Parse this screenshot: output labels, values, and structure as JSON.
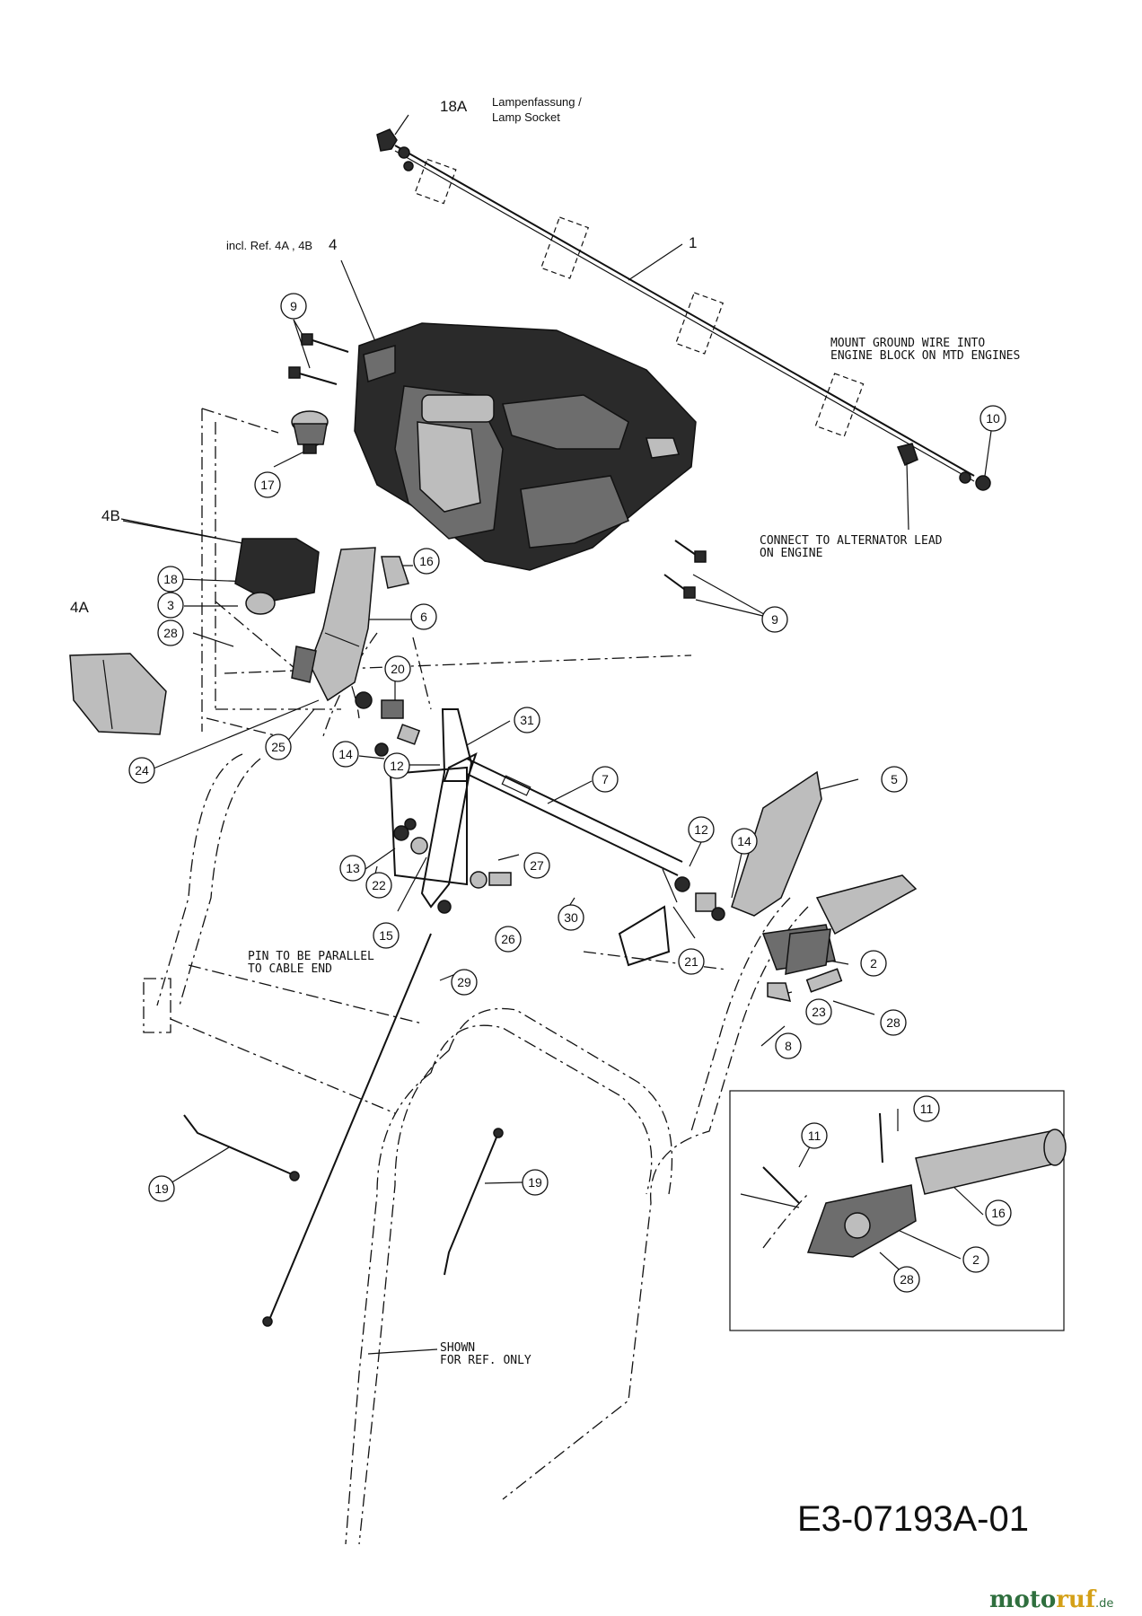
{
  "diagram_code": "E3-07193A-01",
  "watermark": {
    "brand_a": "moto",
    "brand_b": "ruf",
    "tld": ".de"
  },
  "plain_labels": {
    "p18A": "18A",
    "p4": "4",
    "p1": "1",
    "p4B": "4B",
    "p4A": "4A"
  },
  "notes": {
    "lamp_socket_de": "Lampenfassung /",
    "lamp_socket_en": "Lamp Socket",
    "incl_ref": "incl. Ref. 4A , 4B",
    "ground_wire_1": "MOUNT GROUND WIRE INTO",
    "ground_wire_2": "ENGINE BLOCK ON MTD ENGINES",
    "alternator_1": "CONNECT TO ALTERNATOR LEAD",
    "alternator_2": "ON ENGINE",
    "pin_1": "PIN TO BE PARALLEL",
    "pin_2": "TO CABLE END",
    "shown_1": "SHOWN",
    "shown_2": "FOR REF. ONLY"
  },
  "callouts": [
    {
      "id": "c9a",
      "num": "9"
    },
    {
      "id": "c17",
      "num": "17"
    },
    {
      "id": "c10",
      "num": "10"
    },
    {
      "id": "c16a",
      "num": "16"
    },
    {
      "id": "c18",
      "num": "18"
    },
    {
      "id": "c6",
      "num": "6"
    },
    {
      "id": "c3",
      "num": "3"
    },
    {
      "id": "c28a",
      "num": "28"
    },
    {
      "id": "c9b",
      "num": "9"
    },
    {
      "id": "c20",
      "num": "20"
    },
    {
      "id": "c31",
      "num": "31"
    },
    {
      "id": "c25",
      "num": "25"
    },
    {
      "id": "c24",
      "num": "24"
    },
    {
      "id": "c14a",
      "num": "14"
    },
    {
      "id": "c12a",
      "num": "12"
    },
    {
      "id": "c7",
      "num": "7"
    },
    {
      "id": "c5",
      "num": "5"
    },
    {
      "id": "c12b",
      "num": "12"
    },
    {
      "id": "c14b",
      "num": "14"
    },
    {
      "id": "c27",
      "num": "27"
    },
    {
      "id": "c13",
      "num": "13"
    },
    {
      "id": "c22",
      "num": "22"
    },
    {
      "id": "c30",
      "num": "30"
    },
    {
      "id": "c15",
      "num": "15"
    },
    {
      "id": "c26",
      "num": "26"
    },
    {
      "id": "c21",
      "num": "21"
    },
    {
      "id": "c2a",
      "num": "2"
    },
    {
      "id": "c29",
      "num": "29"
    },
    {
      "id": "c23",
      "num": "23"
    },
    {
      "id": "c28b",
      "num": "28"
    },
    {
      "id": "c8",
      "num": "8"
    },
    {
      "id": "c11a",
      "num": "11"
    },
    {
      "id": "c11b",
      "num": "11"
    },
    {
      "id": "c19a",
      "num": "19"
    },
    {
      "id": "c19b",
      "num": "19"
    },
    {
      "id": "c16b",
      "num": "16"
    },
    {
      "id": "c2b",
      "num": "2"
    },
    {
      "id": "c28c",
      "num": "28"
    }
  ]
}
